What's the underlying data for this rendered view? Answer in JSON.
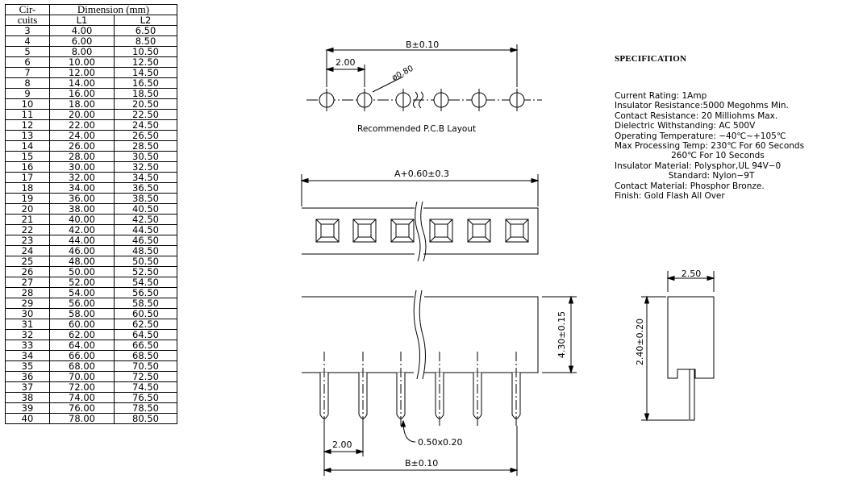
{
  "table": {
    "header": {
      "circuits_line1": "Cir-",
      "circuits_line2": "cuits",
      "dimension": "Dimension (mm)",
      "l1": "L1",
      "l2": "L2"
    },
    "rows": [
      [
        "3",
        "4.00",
        "6.50"
      ],
      [
        "4",
        "6.00",
        "8.50"
      ],
      [
        "5",
        "8.00",
        "10.50"
      ],
      [
        "6",
        "10.00",
        "12.50"
      ],
      [
        "7",
        "12.00",
        "14.50"
      ],
      [
        "8",
        "14.00",
        "16.50"
      ],
      [
        "9",
        "16.00",
        "18.50"
      ],
      [
        "10",
        "18.00",
        "20.50"
      ],
      [
        "11",
        "20.00",
        "22.50"
      ],
      [
        "12",
        "22.00",
        "24.50"
      ],
      [
        "13",
        "24.00",
        "26.50"
      ],
      [
        "14",
        "26.00",
        "28.50"
      ],
      [
        "15",
        "28.00",
        "30.50"
      ],
      [
        "16",
        "30.00",
        "32.50"
      ],
      [
        "17",
        "32.00",
        "34.50"
      ],
      [
        "18",
        "34.00",
        "36.50"
      ],
      [
        "19",
        "36.00",
        "38.50"
      ],
      [
        "20",
        "38.00",
        "40.50"
      ],
      [
        "21",
        "40.00",
        "42.50"
      ],
      [
        "22",
        "42.00",
        "44.50"
      ],
      [
        "23",
        "44.00",
        "46.50"
      ],
      [
        "24",
        "46.00",
        "48.50"
      ],
      [
        "25",
        "48.00",
        "50.50"
      ],
      [
        "26",
        "50.00",
        "52.50"
      ],
      [
        "27",
        "52.00",
        "54.50"
      ],
      [
        "28",
        "54.00",
        "56.50"
      ],
      [
        "29",
        "56.00",
        "58.50"
      ],
      [
        "30",
        "58.00",
        "60.50"
      ],
      [
        "31",
        "60.00",
        "62.50"
      ],
      [
        "32",
        "62.00",
        "64.50"
      ],
      [
        "33",
        "64.00",
        "66.50"
      ],
      [
        "34",
        "66.00",
        "68.50"
      ],
      [
        "35",
        "68.00",
        "70.50"
      ],
      [
        "36",
        "70.00",
        "72.50"
      ],
      [
        "37",
        "72.00",
        "74.50"
      ],
      [
        "38",
        "74.00",
        "76.50"
      ],
      [
        "39",
        "76.00",
        "78.50"
      ],
      [
        "40",
        "78.00",
        "80.50"
      ]
    ]
  },
  "pcb_layout": {
    "b_dim": "B±0.10",
    "pitch": "2.00",
    "hole": "ø0.80",
    "caption": "Recommended P.C.B Layout"
  },
  "top_view": {
    "a_dim": "A+0.60±0.3"
  },
  "front_view": {
    "height": "4.30±0.15",
    "pin": "0.50x0.20",
    "pitch": "2.00",
    "b_dim": "B±0.10"
  },
  "side_view": {
    "width": "2.50",
    "height": "2.40±0.20"
  },
  "specification": {
    "title": "SPECIFICATION",
    "lines": [
      "Current Rating: 1Amp",
      "Insulator Resistance:5000 Megohms Min.",
      "Contact Resistance: 20 Milliohms Max.",
      "Dielectric Withstanding: AC 500V",
      "Operating Temperature: −40℃~+105℃",
      "Max Processing Temp: 230℃ For 60 Seconds",
      "                     260℃ For 10 Seconds",
      "Insulator Material: Polysphor,UL 94V−0",
      "                    Standard: Nylon−9T",
      "Contact Material: Phosphor Bronze.",
      "Finish: Gold Flash All Over"
    ]
  }
}
